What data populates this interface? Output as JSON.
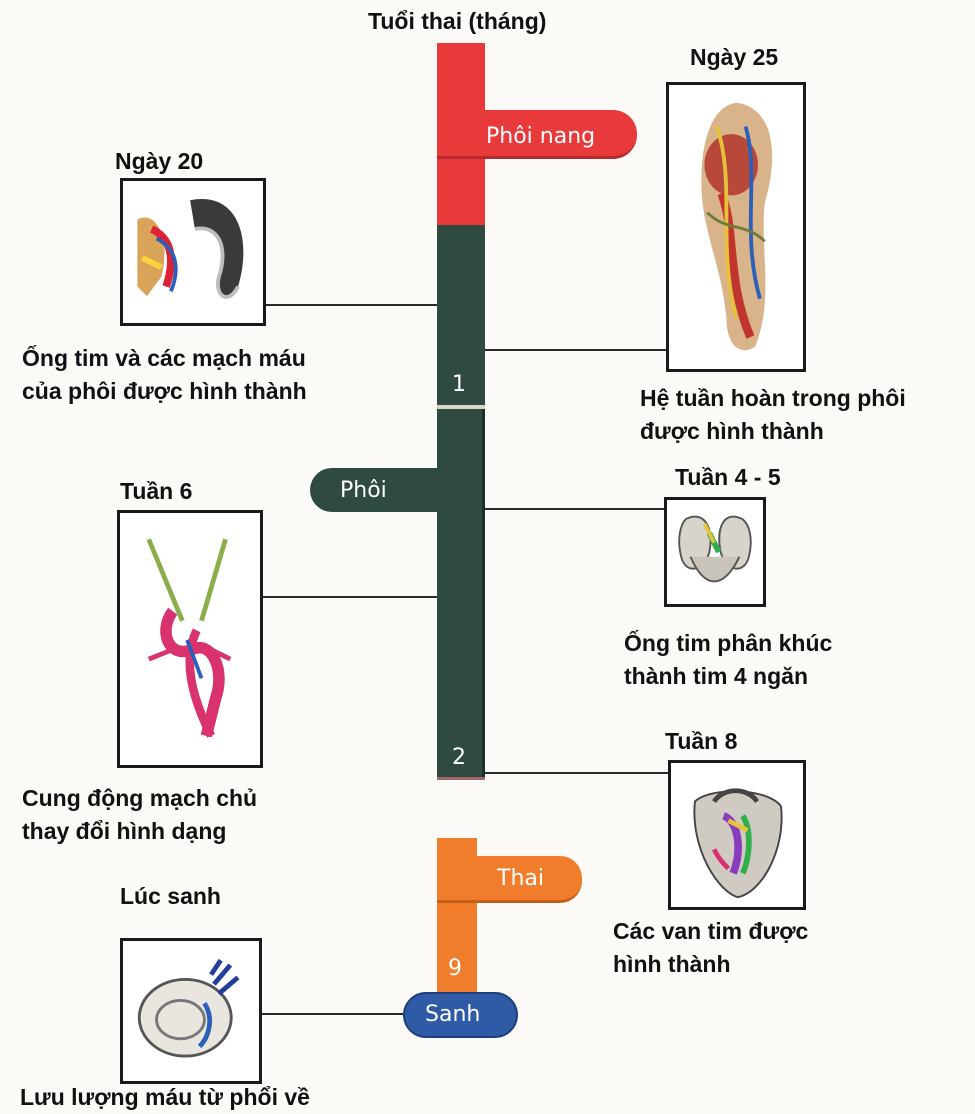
{
  "axis_title": "Tuổi thai (tháng)",
  "stages": {
    "phoi_nang": "Phôi nang",
    "phoi": "Phôi",
    "thai": "Thai",
    "sanh": "Sanh"
  },
  "month_labels": {
    "m1": "1",
    "m2": "2",
    "m9": "9"
  },
  "milestones": [
    {
      "heading": "Ngày 20",
      "caption_lines": [
        "Ống tim và các mạch máu",
        "của phôi được hình thành"
      ]
    },
    {
      "heading": "Ngày 25",
      "caption_lines": [
        "Hệ tuần hoàn trong phôi",
        "được hình thành"
      ]
    },
    {
      "heading": "Tuần 6",
      "caption_lines": [
        "Cung động mạch chủ",
        "thay đổi hình dạng"
      ]
    },
    {
      "heading": "Tuần 4 - 5",
      "caption_lines": [
        "Ống tim phân khúc",
        "thành tim 4 ngăn"
      ]
    },
    {
      "heading": "Tuần 8",
      "caption_lines": [
        "Các van tim được",
        "hình thành"
      ]
    },
    {
      "heading": "Lúc sanh",
      "caption_lines": [
        "Lưu lượng máu từ phổi về"
      ]
    }
  ],
  "colors": {
    "phoi_nang": "#e8393b",
    "phoi": "#2f4a40",
    "thai": "#ef7d2c",
    "sanh": "#2e5aa6"
  }
}
